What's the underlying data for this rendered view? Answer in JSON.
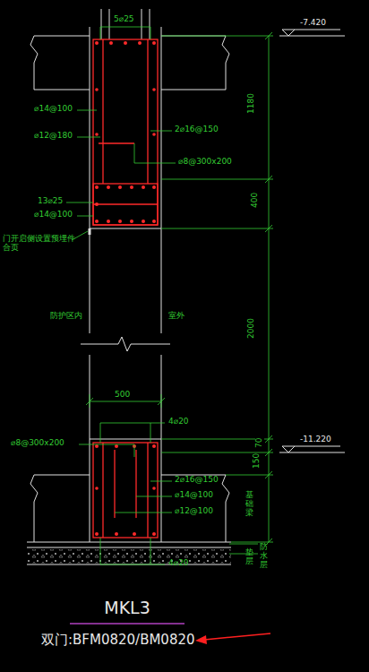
{
  "diagram": {
    "title": "MKL3",
    "caption": "双门:BFM0820/BM0820",
    "labels": [
      "5⌀25",
      "-7.420",
      "⌀14@100",
      "⌀12@180",
      "2⌀16@150",
      "⌀8@300x200",
      "1180",
      "13⌀25",
      "⌀14@100",
      "400",
      "门开启侧设置预埋件 合页",
      "防护区内",
      "室外",
      "2000",
      "500",
      "4⌀20",
      "⌀8@300x200",
      "70",
      "150",
      "-11.220",
      "2⌀16@150",
      "⌀14@100",
      "⌀12@100",
      "基础梁",
      "防水层",
      "垫层",
      "4⌀20"
    ]
  }
}
